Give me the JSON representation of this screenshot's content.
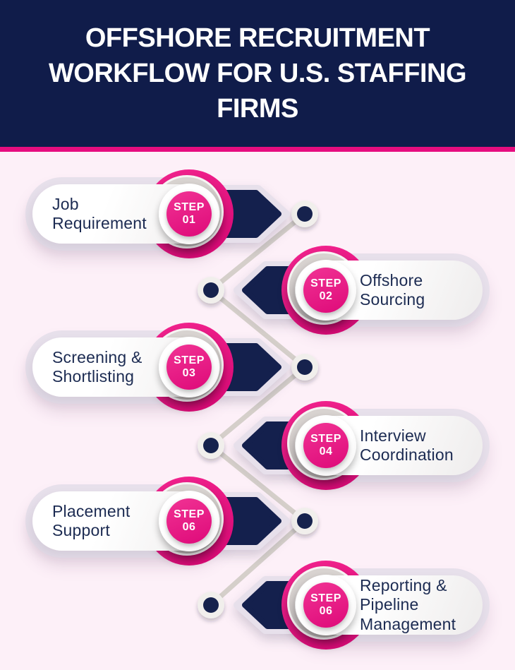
{
  "header": {
    "title": "OFFSHORE RECRUITMENT\nWORKFLOW FOR U.S. STAFFING\nFIRMS"
  },
  "steps": [
    {
      "badge_label": "STEP",
      "badge_number": "01",
      "label": "Job\nRequirement",
      "side": "left"
    },
    {
      "badge_label": "STEP",
      "badge_number": "02",
      "label": "Offshore\nSourcing",
      "side": "right"
    },
    {
      "badge_label": "STEP",
      "badge_number": "03",
      "label": "Screening &\nShortlisting",
      "side": "left"
    },
    {
      "badge_label": "STEP",
      "badge_number": "04",
      "label": "Interview\nCoordination",
      "side": "right"
    },
    {
      "badge_label": "STEP",
      "badge_number": "06",
      "label": "Placement\nSupport",
      "side": "left"
    },
    {
      "badge_label": "STEP",
      "badge_number": "06",
      "label": "Reporting &\nPipeline\nManagement",
      "side": "right"
    }
  ],
  "colors": {
    "header_bg": "#101c4a",
    "accent_stripe": "#e60d7f",
    "badge_pink": "#e91884",
    "navy": "#14204d",
    "background": "#fdf0f8",
    "card_backplate": "#e7e0eb",
    "connector_line": "#d5cfca",
    "label_text": "#1c2b52"
  }
}
